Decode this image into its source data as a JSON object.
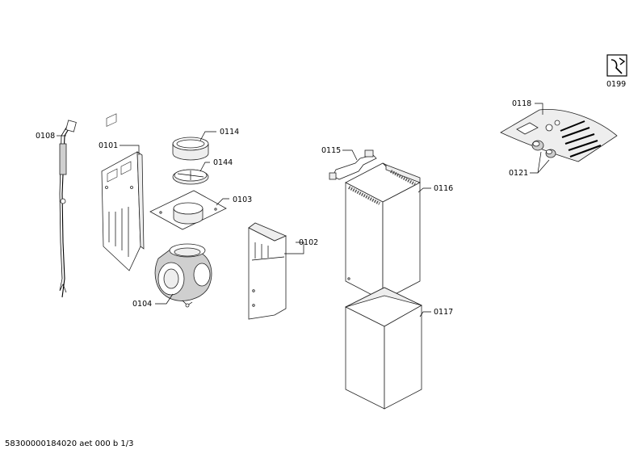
{
  "labels": {
    "p0101": "0101",
    "p0102": "0102",
    "p0103": "0103",
    "p0104": "0104",
    "p0108": "0108",
    "p0114": "0114",
    "p0115": "0115",
    "p0116": "0116",
    "p0117": "0117",
    "p0118": "0118",
    "p0121": "0121",
    "p0144": "0144",
    "p0199": "0199"
  },
  "footer": "58300000184020 aet 000 b 1/3"
}
